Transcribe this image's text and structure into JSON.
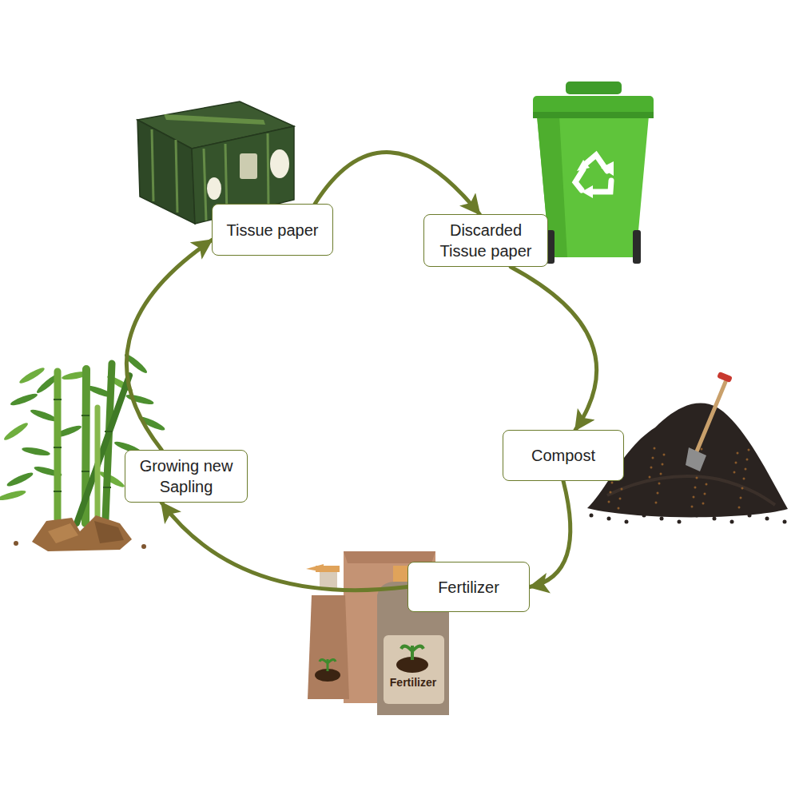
{
  "diagram": {
    "nodes": [
      {
        "text": [
          "Tissue paper"
        ]
      },
      {
        "text": [
          "Discarded Tissue paper"
        ]
      },
      {
        "text": [
          "Compost"
        ]
      },
      {
        "text": [
          "Fertilizer"
        ]
      },
      {
        "text": [
          "Growing new Sapling"
        ]
      }
    ],
    "edges": [
      {
        "from": 0,
        "to": 1,
        "arrow": "to"
      },
      {
        "from": 1,
        "to": 2,
        "arrow": "to"
      },
      {
        "from": 2,
        "to": 3,
        "arrow": "to"
      },
      {
        "from": 3,
        "to": 4,
        "arrow": "to"
      },
      {
        "from": 4,
        "to": 0,
        "arrow": "to"
      }
    ],
    "labels": [
      "Fertilizer"
    ]
  }
}
